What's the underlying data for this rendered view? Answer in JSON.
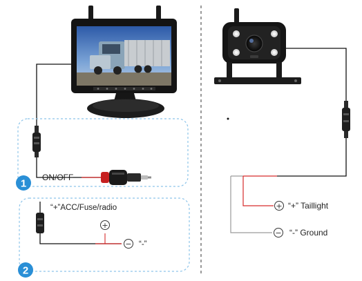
{
  "labels": {
    "on_off": "ON/OFF",
    "acc": "“+”ACC/Fuse/radio",
    "minus_small": "“-”",
    "taillight": "“+” Taillight",
    "ground": "“-” Ground"
  },
  "badges": {
    "one": "1",
    "two": "2"
  },
  "symbols": {
    "plus": "+",
    "minus": "−"
  },
  "colors": {
    "badge": "#2a8fd6",
    "dashed_box": "#8cc4ea",
    "divider": "#555555",
    "wire_black": "#111111",
    "wire_red": "#d62a2a",
    "wire_gray": "#9a9a9a"
  },
  "icons": {
    "monitor": "monitor-icon",
    "camera": "backup-camera-icon",
    "plug": "cigarette-lighter-plug-icon",
    "fuse": "inline-fuse-icon"
  }
}
